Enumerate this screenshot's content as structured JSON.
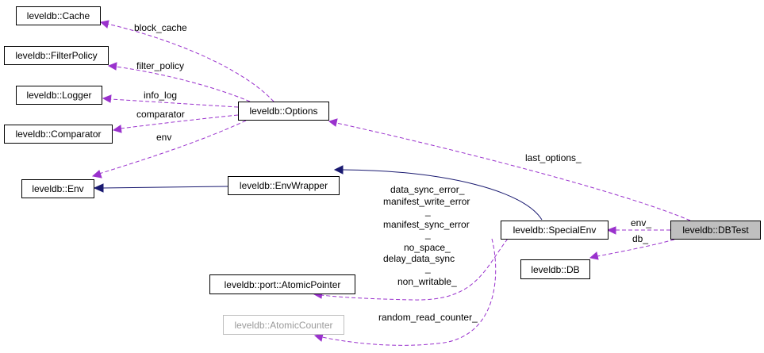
{
  "nodes": {
    "cache": "leveldb::Cache",
    "filter_policy": "leveldb::FilterPolicy",
    "logger": "leveldb::Logger",
    "comparator": "leveldb::Comparator",
    "env": "leveldb::Env",
    "options": "leveldb::Options",
    "env_wrapper": "leveldb::EnvWrapper",
    "special_env": "leveldb::SpecialEnv",
    "db": "leveldb::DB",
    "db_test": "leveldb::DBTest",
    "atomic_pointer": "leveldb::port::AtomicPointer",
    "atomic_counter": "leveldb::AtomicCounter"
  },
  "edges": {
    "block_cache": "block_cache",
    "filter_policy": "filter_policy",
    "info_log": "info_log",
    "comparator": "comparator",
    "env": "env",
    "last_options": "last_options_",
    "env_": "env_",
    "db_": "db_",
    "data_sync_error": "data_sync_error_",
    "manifest_write_error": "manifest_write_error",
    "underscore1": "_",
    "manifest_sync_error": "manifest_sync_error",
    "underscore2": "_",
    "no_space": "no_space_",
    "delay_data_sync": "delay_data_sync",
    "underscore3": "_",
    "non_writable": "non_writable_",
    "random_read_counter": "random_read_counter_"
  },
  "colors": {
    "association": "#9a32cd",
    "inheritance": "#191970",
    "focus_fill": "#bfbfbf",
    "light_border": "#bfbfbf"
  }
}
